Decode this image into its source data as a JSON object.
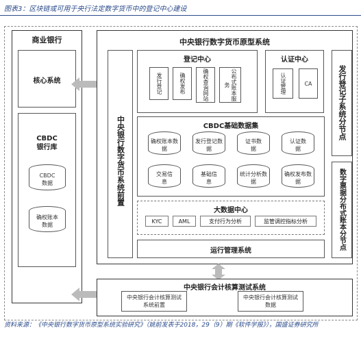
{
  "figure_title": "图表3：区块链或可用于央行法定数字货币中的登记中心建设",
  "commercial_bank": {
    "title": "商业银行",
    "core_system": "核心系统",
    "cbdc_lib_title": "CBDC\n银行库",
    "cbdc_data": "CBDC\n数据",
    "ledger_data": "确权账本\n数据"
  },
  "prototype": {
    "title": "中央银行数字货币原型系统",
    "frontend": "中央银行数字货币系统前置",
    "registry": {
      "title": "登记中心",
      "items": [
        "发行登记",
        "确权发布",
        "确权查询网站",
        "公布式账本服务"
      ]
    },
    "auth": {
      "title": "认证中心",
      "items": [
        "认证管理",
        "CA"
      ]
    },
    "cbdc_db": {
      "title": "CBDC基础数据集",
      "row1": [
        "确权账本数据",
        "发行登记数据",
        "证书数据",
        "认证数据"
      ],
      "row2": [
        "交易信息",
        "基础信息",
        "统计分析数据",
        "确权发布数据"
      ]
    },
    "bigdata": {
      "title": "大数据中心",
      "items": [
        "KYC",
        "AML",
        "支付行为分析",
        "监管调控指标分析"
      ]
    },
    "ops": "运行管理系统",
    "right_top": "发行登记子系统分节点",
    "right_bottom": "数字票据分布式账本分节点"
  },
  "accounting": {
    "title": "中央银行会计核算测试系统",
    "items": [
      "中央银行会计核算测试系统前置",
      "中央银行会计核算测试数据"
    ]
  },
  "source": "资料来源：《中央银行数字货币原型系统实验研究》（姚前发表于2018，29（9）期《软件学报》），国盛证券研究所"
}
